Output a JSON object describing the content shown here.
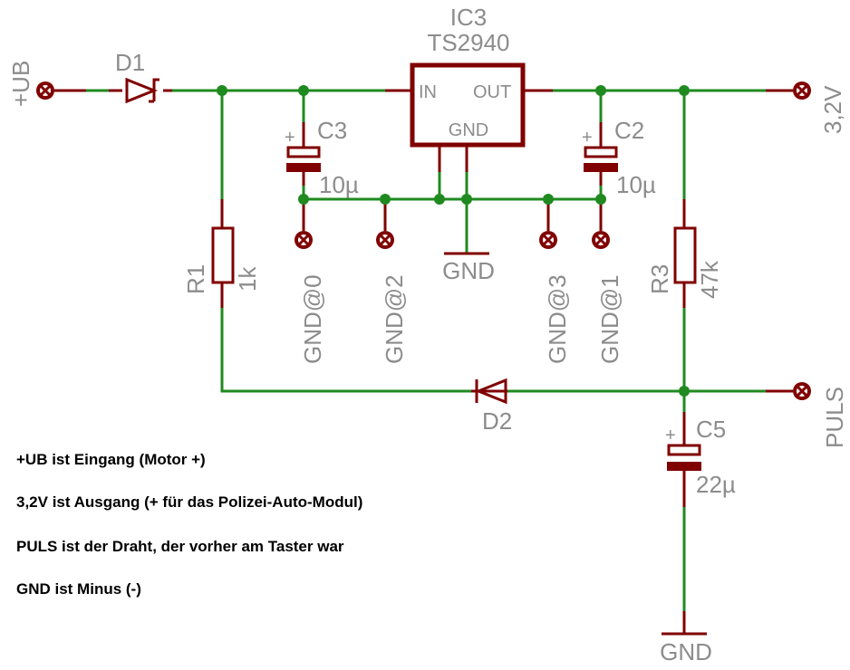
{
  "title": "TS2940 voltage regulator schematic",
  "components": {
    "ic": {
      "ref": "IC3",
      "value": "TS2940",
      "pin_in": "IN",
      "pin_out": "OUT",
      "pin_gnd": "GND"
    },
    "d1": {
      "ref": "D1"
    },
    "d2": {
      "ref": "D2"
    },
    "c3": {
      "ref": "C3",
      "value": "10µ",
      "plus": "+"
    },
    "c2": {
      "ref": "C2",
      "value": "10µ",
      "plus": "+"
    },
    "c5": {
      "ref": "C5",
      "value": "22µ",
      "plus": "+"
    },
    "r1": {
      "ref": "R1",
      "value": "1k"
    },
    "r3": {
      "ref": "R3",
      "value": "47k"
    }
  },
  "terminals": {
    "ub": "+UB",
    "v32": "3,2V",
    "puls": "PULS",
    "gnd0": "GND@0",
    "gnd1": "GND@1",
    "gnd2": "GND@2",
    "gnd3": "GND@3"
  },
  "ground_labels": {
    "ic_gnd": "GND",
    "c5_gnd": "GND"
  },
  "notes": [
    "+UB ist Eingang (Motor +)",
    "3,2V ist Ausgang (+ für das Polizei-Auto-Modul)",
    "PULS ist der Draht, der vorher am Taster war",
    "GND ist Minus (-)"
  ],
  "colors": {
    "wire": "#1f8a1f",
    "part": "#800000",
    "label": "#8c8c8c"
  }
}
